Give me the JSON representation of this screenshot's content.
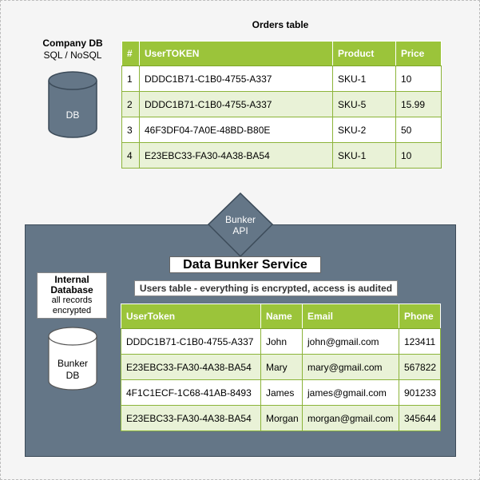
{
  "company_db": {
    "title": "Company DB",
    "subtitle": "SQL / NoSQL",
    "cylinder_label": "DB"
  },
  "orders": {
    "title": "Orders table",
    "columns": [
      "#",
      "UserTOKEN",
      "Product",
      "Price"
    ],
    "rows": [
      [
        "1",
        "DDDC1B71-C1B0-4755-A337",
        "SKU-1",
        "10"
      ],
      [
        "2",
        "DDDC1B71-C1B0-4755-A337",
        "SKU-5",
        "15.99"
      ],
      [
        "3",
        "46F3DF04-7A0E-48BD-B80E",
        "SKU-2",
        "50"
      ],
      [
        "4",
        "E23EBC33-FA30-4A38-BA54",
        "SKU-1",
        "10"
      ]
    ]
  },
  "api": {
    "label_line1": "Bunker",
    "label_line2": "API"
  },
  "bunker": {
    "title": "Data Bunker Service",
    "users_caption": "Users table - everything is encrypted, access is audited",
    "internal_title_line1": "Internal",
    "internal_title_line2": "Database",
    "internal_sub_line1": "all records",
    "internal_sub_line2": "encrypted",
    "cylinder_line1": "Bunker",
    "cylinder_line2": "DB"
  },
  "users": {
    "columns": [
      "UserToken",
      "Name",
      "Email",
      "Phone"
    ],
    "rows": [
      [
        "DDDC1B71-C1B0-4755-A337",
        "John",
        "john@gmail.com",
        "123411"
      ],
      [
        "E23EBC33-FA30-4A38-BA54",
        "Mary",
        "mary@gmail.com",
        "567822"
      ],
      [
        "4F1C1ECF-1C68-41AB-8493",
        "James",
        "james@gmail.com",
        "901233"
      ],
      [
        "E23EBC33-FA30-4A38-BA54",
        "Morgan",
        "morgan@gmail.com",
        "345644"
      ]
    ]
  },
  "colors": {
    "header_green": "#9bc43a",
    "row_alt": "#e9f2d7",
    "slate": "#647687",
    "slate_dark": "#3b4a58"
  }
}
